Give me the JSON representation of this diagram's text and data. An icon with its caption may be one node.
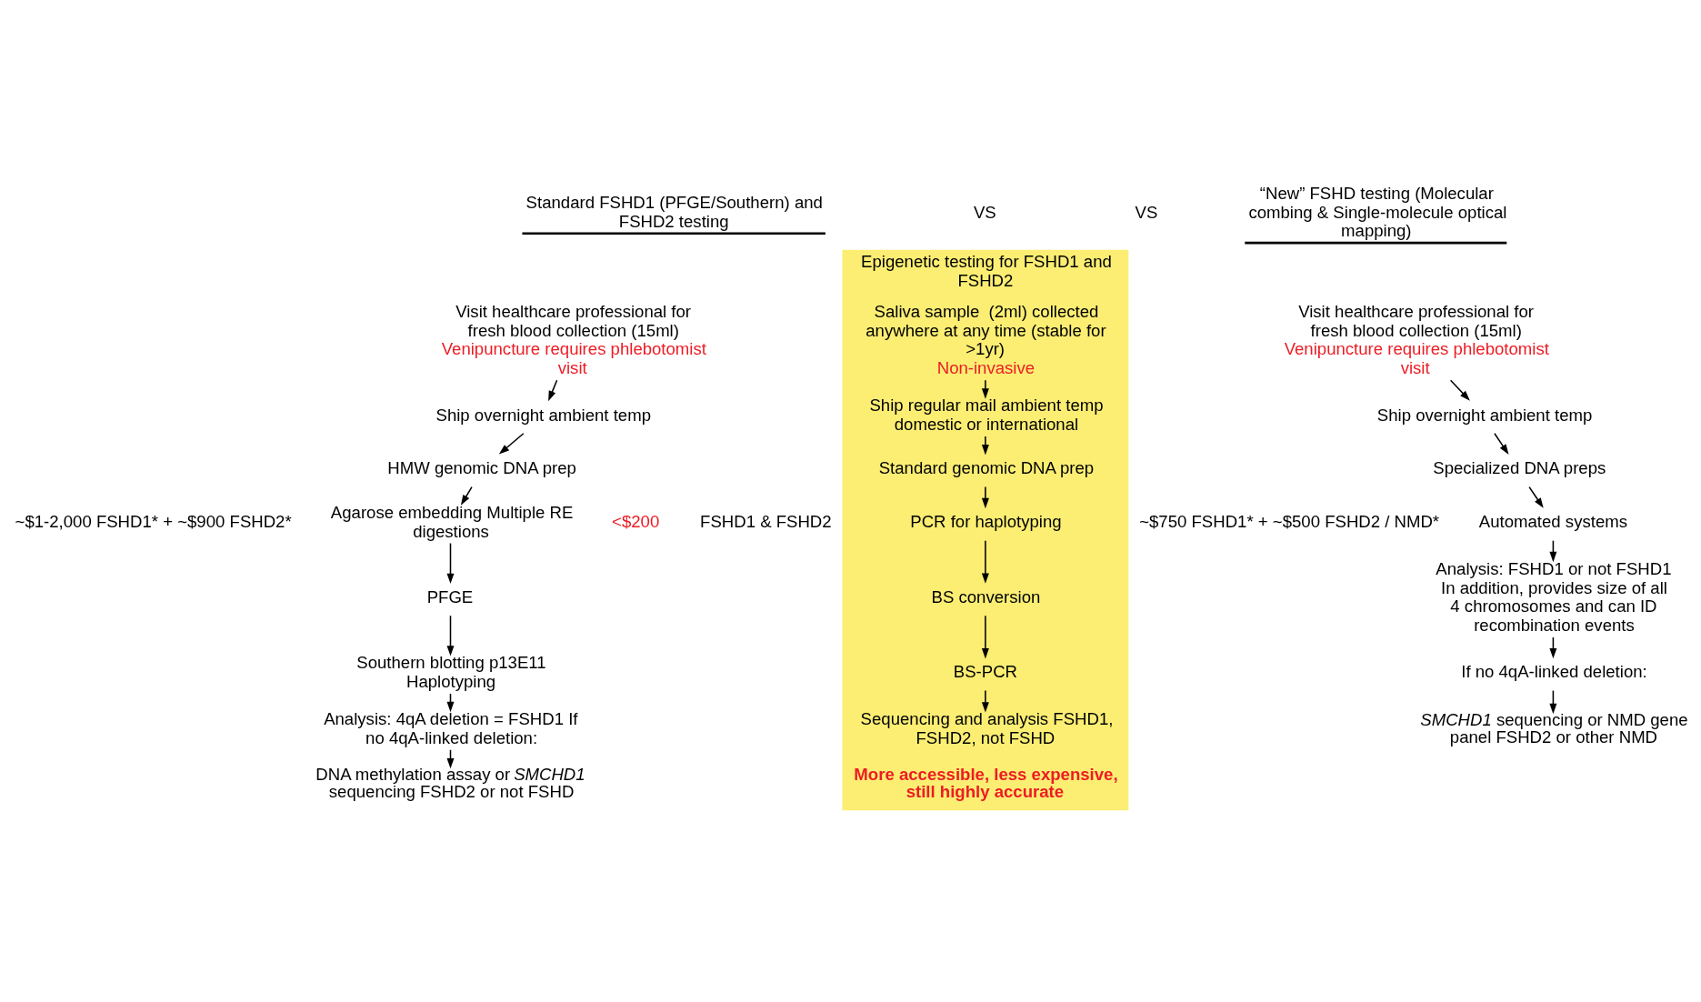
{
  "diagram": {
    "nodes": [
      {
        "text": [
          "Standard FSHD1 (PFGE/Southern) and FSHD2 testing"
        ]
      },
      {
        "text": [
          "Visit healthcare professional for fresh blood collection (15ml)",
          "Venipuncture requires phlebotomist visit"
        ]
      },
      {
        "text": [
          "Ship overnight ambient temp"
        ]
      },
      {
        "text": [
          "HMW genomic DNA prep"
        ]
      },
      {
        "text": [
          "Agarose embedding Multiple RE digestions"
        ]
      },
      {
        "text": [
          "PFGE"
        ]
      },
      {
        "text": [
          "Southern blotting p13E11 Haplotyping"
        ]
      },
      {
        "text": [
          "Analysis: 4qA deletion = FSHD1 If no 4qA-linked deletion:"
        ]
      },
      {
        "text": [
          "DNA methylation assay or *SMCHD1* sequencing FSHD2 or not FSHD"
        ]
      },
      {
        "text": [
          "Epigenetic testing for FSHD1 and FSHD2"
        ]
      },
      {
        "text": [
          "Saliva sample  (2ml) collected anywhere at any time (stable for >1yr)",
          "Non-invasive"
        ],
        "in": 9
      },
      {
        "text": [
          "Ship regular mail ambient temp domestic or international"
        ],
        "in": 9
      },
      {
        "text": [
          "Standard genomic DNA prep"
        ],
        "in": 9
      },
      {
        "text": [
          "PCR for haplotyping"
        ],
        "in": 9
      },
      {
        "text": [
          "BS conversion"
        ],
        "in": 9
      },
      {
        "text": [
          "BS-PCR"
        ],
        "in": 9
      },
      {
        "text": [
          "Sequencing and analysis FSHD1, FSHD2, not FSHD"
        ],
        "in": 9
      },
      {
        "text": [
          "“New” FSHD testing (Molecular combing & Single-molecule optical mapping)"
        ]
      },
      {
        "text": [
          "Visit healthcare professional for fresh blood collection (15ml)",
          "Venipuncture requires phlebotomist visit"
        ]
      },
      {
        "text": [
          "Ship overnight ambient temp"
        ]
      },
      {
        "text": [
          "Specialized DNA preps"
        ]
      },
      {
        "text": [
          "Automated systems"
        ]
      },
      {
        "text": [
          "Analysis: FSHD1 or not FSHD1",
          "In addition, provides size of all 4 chromosomes and can ID recombination events"
        ]
      },
      {
        "text": [
          "If no 4qA-linked deletion:"
        ]
      },
      {
        "text": [
          "*SMCHD1* sequencing or NMD gene panel FSHD2 or other NMD"
        ]
      }
    ],
    "edges": [
      {
        "from": 1,
        "to": 2,
        "arrow": "to"
      },
      {
        "from": 2,
        "to": 3,
        "arrow": "to"
      },
      {
        "from": 3,
        "to": 4,
        "arrow": "to"
      },
      {
        "from": 4,
        "to": 5,
        "arrow": "to"
      },
      {
        "from": 5,
        "to": 6,
        "arrow": "to"
      },
      {
        "from": 6,
        "to": 7,
        "arrow": "to"
      },
      {
        "from": 7,
        "to": 8,
        "arrow": "to"
      },
      {
        "from": 10,
        "to": 11,
        "arrow": "to"
      },
      {
        "from": 11,
        "to": 12,
        "arrow": "to"
      },
      {
        "from": 12,
        "to": 13,
        "arrow": "to"
      },
      {
        "from": 13,
        "to": 14,
        "arrow": "to"
      },
      {
        "from": 14,
        "to": 15,
        "arrow": "to"
      },
      {
        "from": 15,
        "to": 16,
        "arrow": "to"
      },
      {
        "from": 18,
        "to": 19,
        "arrow": "to"
      },
      {
        "from": 19,
        "to": 20,
        "arrow": "to"
      },
      {
        "from": 20,
        "to": 21,
        "arrow": "to"
      },
      {
        "from": 21,
        "to": 22,
        "arrow": "to"
      },
      {
        "from": 22,
        "to": 23,
        "arrow": "to"
      },
      {
        "from": 23,
        "to": 24,
        "arrow": "to"
      }
    ],
    "labels": [
      "VS",
      "VS",
      "~$1-2,000 FSHD1* + ~$900 FSHD2*",
      "<$200",
      "FSHD1 & FSHD2",
      "~$750 FSHD1* + ~$500 FSHD2 / NMD*",
      "More accessible, less expensive, still highly accurate"
    ]
  }
}
